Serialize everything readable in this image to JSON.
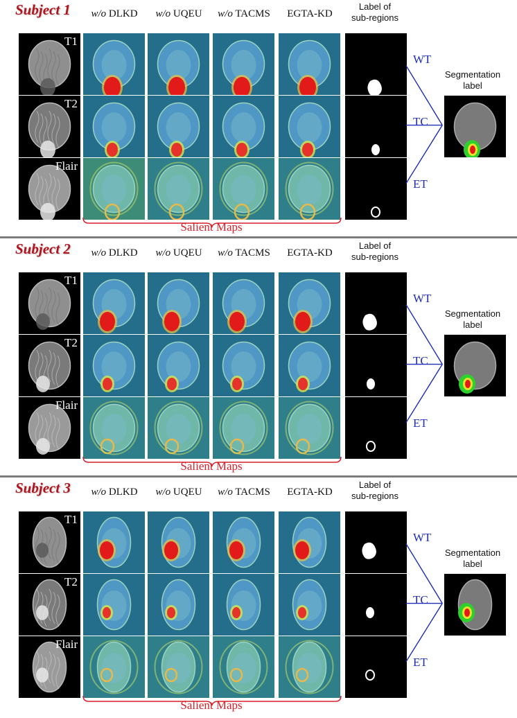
{
  "column_headers": [
    {
      "prefix": "w/o",
      "name": "DLKD"
    },
    {
      "prefix": "w/o",
      "name": "UQEU"
    },
    {
      "prefix": "w/o",
      "name": "TACMS"
    },
    {
      "prefix": "",
      "name": "EGTA-KD"
    }
  ],
  "label_header": [
    "Label of",
    "sub-regions"
  ],
  "modalities": [
    "T1",
    "T2",
    "Flair"
  ],
  "subregions": [
    "WT",
    "TC",
    "ET"
  ],
  "segmentation_label": [
    "Segmentation",
    "label"
  ],
  "salient_maps_label": "Salient Maps",
  "subjects": [
    {
      "title": "Subject 1"
    },
    {
      "title": "Subject 2"
    },
    {
      "title": "Subject 3"
    }
  ],
  "colors": {
    "title_red": "#b2141e",
    "bracket_red": "#d8202a",
    "connector_blue": "#1f2fb8",
    "divider_gray": "#7c7c7c"
  }
}
